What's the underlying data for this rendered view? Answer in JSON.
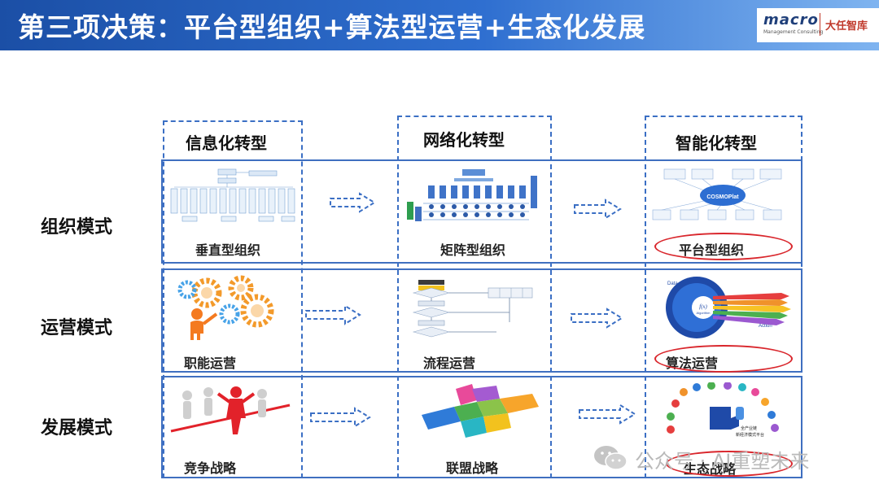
{
  "header": {
    "title": "第三项决策：平台型组织+算法型运营+生态化发展",
    "logo_main": "macro",
    "logo_sub": "Management Consulting",
    "logo_cn": "大任智库"
  },
  "columns": [
    "信息化转型",
    "网络化转型",
    "智能化转型"
  ],
  "rows": [
    {
      "label": "组织模式",
      "cells": [
        "垂直型组织",
        "矩阵型组织",
        "平台型组织"
      ]
    },
    {
      "label": "运营模式",
      "cells": [
        "职能运营",
        "流程运营",
        "算法运营"
      ]
    },
    {
      "label": "发展模式",
      "cells": [
        "竞争战略",
        "联盟战略",
        "生态战略"
      ]
    }
  ],
  "illustration_text": {
    "cosmoplat": "COSMOPlat",
    "data": "Data",
    "action": "Action",
    "fx": "f(x)",
    "algorithm": "Algorithm",
    "eco_caption_1": "全产业链",
    "eco_caption_2": "新经济模式平台"
  },
  "colors": {
    "frame_blue": "#3b6fc4",
    "highlight_red": "#d9262c",
    "header_blue": "#1b4fa6"
  },
  "watermark": "公众号 · AI重塑未来"
}
